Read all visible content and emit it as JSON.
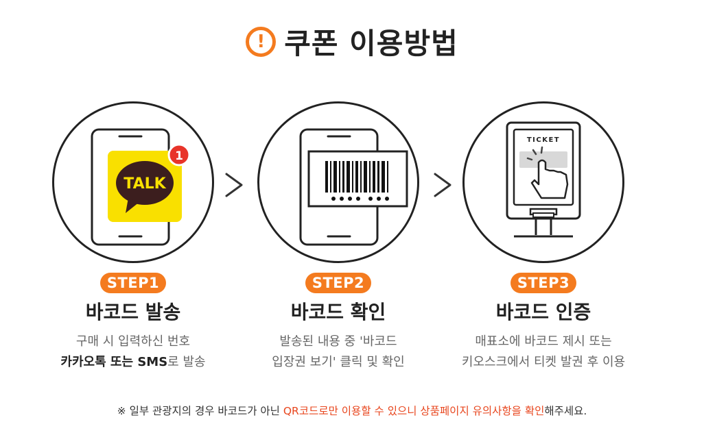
{
  "header": {
    "icon": "exclamation-circle-icon",
    "title": "쿠폰 이용방법"
  },
  "steps": [
    {
      "badge": "STEP1",
      "title": "바코드 발송",
      "desc_line1": "구매 시 입력하신 번호",
      "desc_line2_bold": "카카오톡 또는 SMS",
      "desc_line2_rest": "로 발송",
      "illustration": "phone-with-kakaotalk-icon",
      "talk_label": "TALK",
      "notification_count": "1"
    },
    {
      "badge": "STEP2",
      "title": "바코드 확인",
      "desc_line1": "발송된 내용 중 '바코드",
      "desc_line2": "입장권 보기' 클릭 및 확인",
      "illustration": "phone-with-barcode-icon"
    },
    {
      "badge": "STEP3",
      "title": "바코드 인증",
      "desc_line1": "매표소에 바코드 제시 또는",
      "desc_line2": "키오스크에서 티켓 발권 후 이용",
      "illustration": "ticket-kiosk-icon",
      "ticket_label": "TICKET"
    }
  ],
  "notice": {
    "prefix": "※ 일부 관광지의 경우 바코드가 아닌 ",
    "highlight": "QR코드로만 이용할 수 있으니 상품페이지 유의사항을 확인",
    "suffix": "해주세요."
  },
  "colors": {
    "accent": "#f47b1f",
    "highlight": "#e8461e",
    "kakao_yellow": "#f9e000",
    "badge_red": "#e8342a"
  }
}
